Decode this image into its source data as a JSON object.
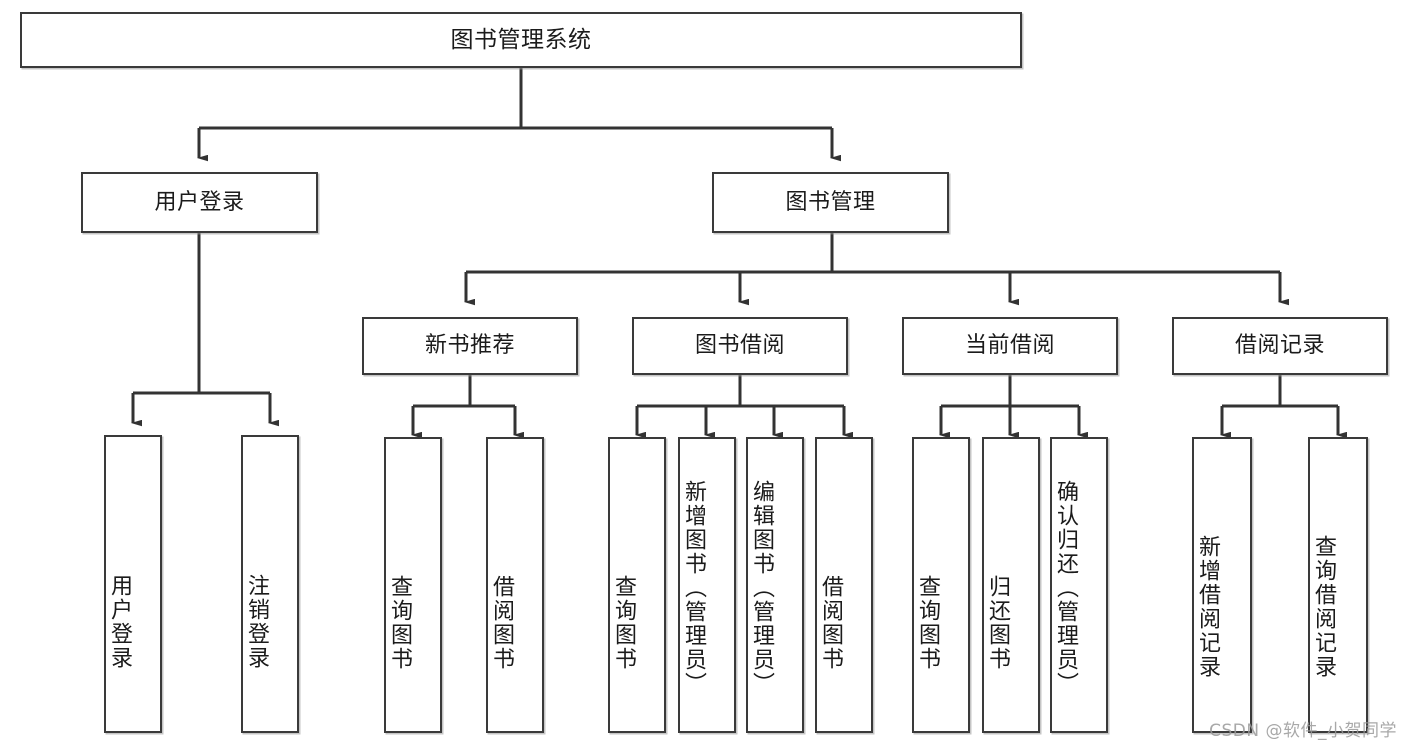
{
  "diagram": {
    "title": "图书管理系统",
    "type": "hierarchy-tree",
    "watermark": "CSDN @软件_小贺同学",
    "colors": {
      "box_border": "#3a3a3a",
      "box_fill": "#ffffff",
      "connector": "#333333",
      "text": "#1b1b1b",
      "watermark": "#9a9a9a"
    },
    "nodes": {
      "root": {
        "label": "图书管理系统"
      },
      "level2": [
        {
          "label": "用户登录"
        },
        {
          "label": "图书管理"
        }
      ],
      "level3": [
        {
          "label": "新书推荐"
        },
        {
          "label": "图书借阅"
        },
        {
          "label": "当前借阅"
        },
        {
          "label": "借阅记录"
        }
      ],
      "leaves": [
        {
          "label": "用户登录"
        },
        {
          "label": "注销登录"
        },
        {
          "label": "查询图书"
        },
        {
          "label": "借阅图书"
        },
        {
          "label": "查询图书"
        },
        {
          "label": "新增图书（管理员）"
        },
        {
          "label": "编辑图书（管理员）"
        },
        {
          "label": "借阅图书"
        },
        {
          "label": "查询图书"
        },
        {
          "label": "归还图书"
        },
        {
          "label": "确认归还（管理员）"
        },
        {
          "label": "新增借阅记录"
        },
        {
          "label": "查询借阅记录"
        }
      ]
    }
  }
}
